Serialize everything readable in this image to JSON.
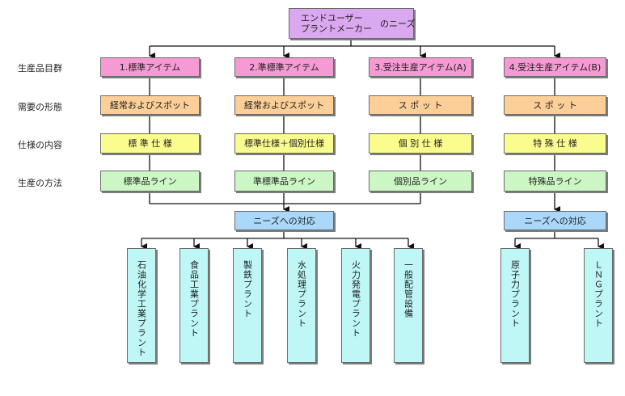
{
  "top": {
    "line1": "エンドユーザー",
    "line2": "プラントメーカー",
    "suffix": "のニーズ"
  },
  "row_labels": {
    "items": "生産品目群",
    "demand": "需要の形態",
    "spec": "仕様の内容",
    "method": "生産の方法"
  },
  "columns": [
    {
      "item": "1.標準アイテム",
      "demand": "経常およびスポット",
      "spec": "標 準 仕 様",
      "method": "標準品ライン"
    },
    {
      "item": "2.準標準アイテム",
      "demand": "経常およびスポット",
      "spec": "標準仕様＋個別仕様",
      "method": "準標準品ライン"
    },
    {
      "item": "3.受注生産アイテム(A)",
      "demand": "ス ポ ッ ト",
      "spec": "個 別 仕 様",
      "method": "個別品ライン"
    },
    {
      "item": "4.受注生産アイテム(B)",
      "demand": "ス ポ ッ ト",
      "spec": "特 殊 仕 様",
      "method": "特殊品ライン"
    }
  ],
  "needs": {
    "left": "ニーズへの対応",
    "right": "ニーズへの対応"
  },
  "plants": [
    "石油化学工業プラント",
    "食品工業プラント",
    "製鉄プラント",
    "水処理プラント",
    "火力発電プラント",
    "一般配管設備",
    "原子力プラント",
    "ＬＮＧプラント"
  ],
  "colors": {
    "top": "#d9a8ee",
    "items": "#f59ad3",
    "demand": "#fccf98",
    "spec": "#fafc8e",
    "method": "#ccf7c4",
    "needs": "#aad8fa",
    "plants": "#bff7f7"
  }
}
